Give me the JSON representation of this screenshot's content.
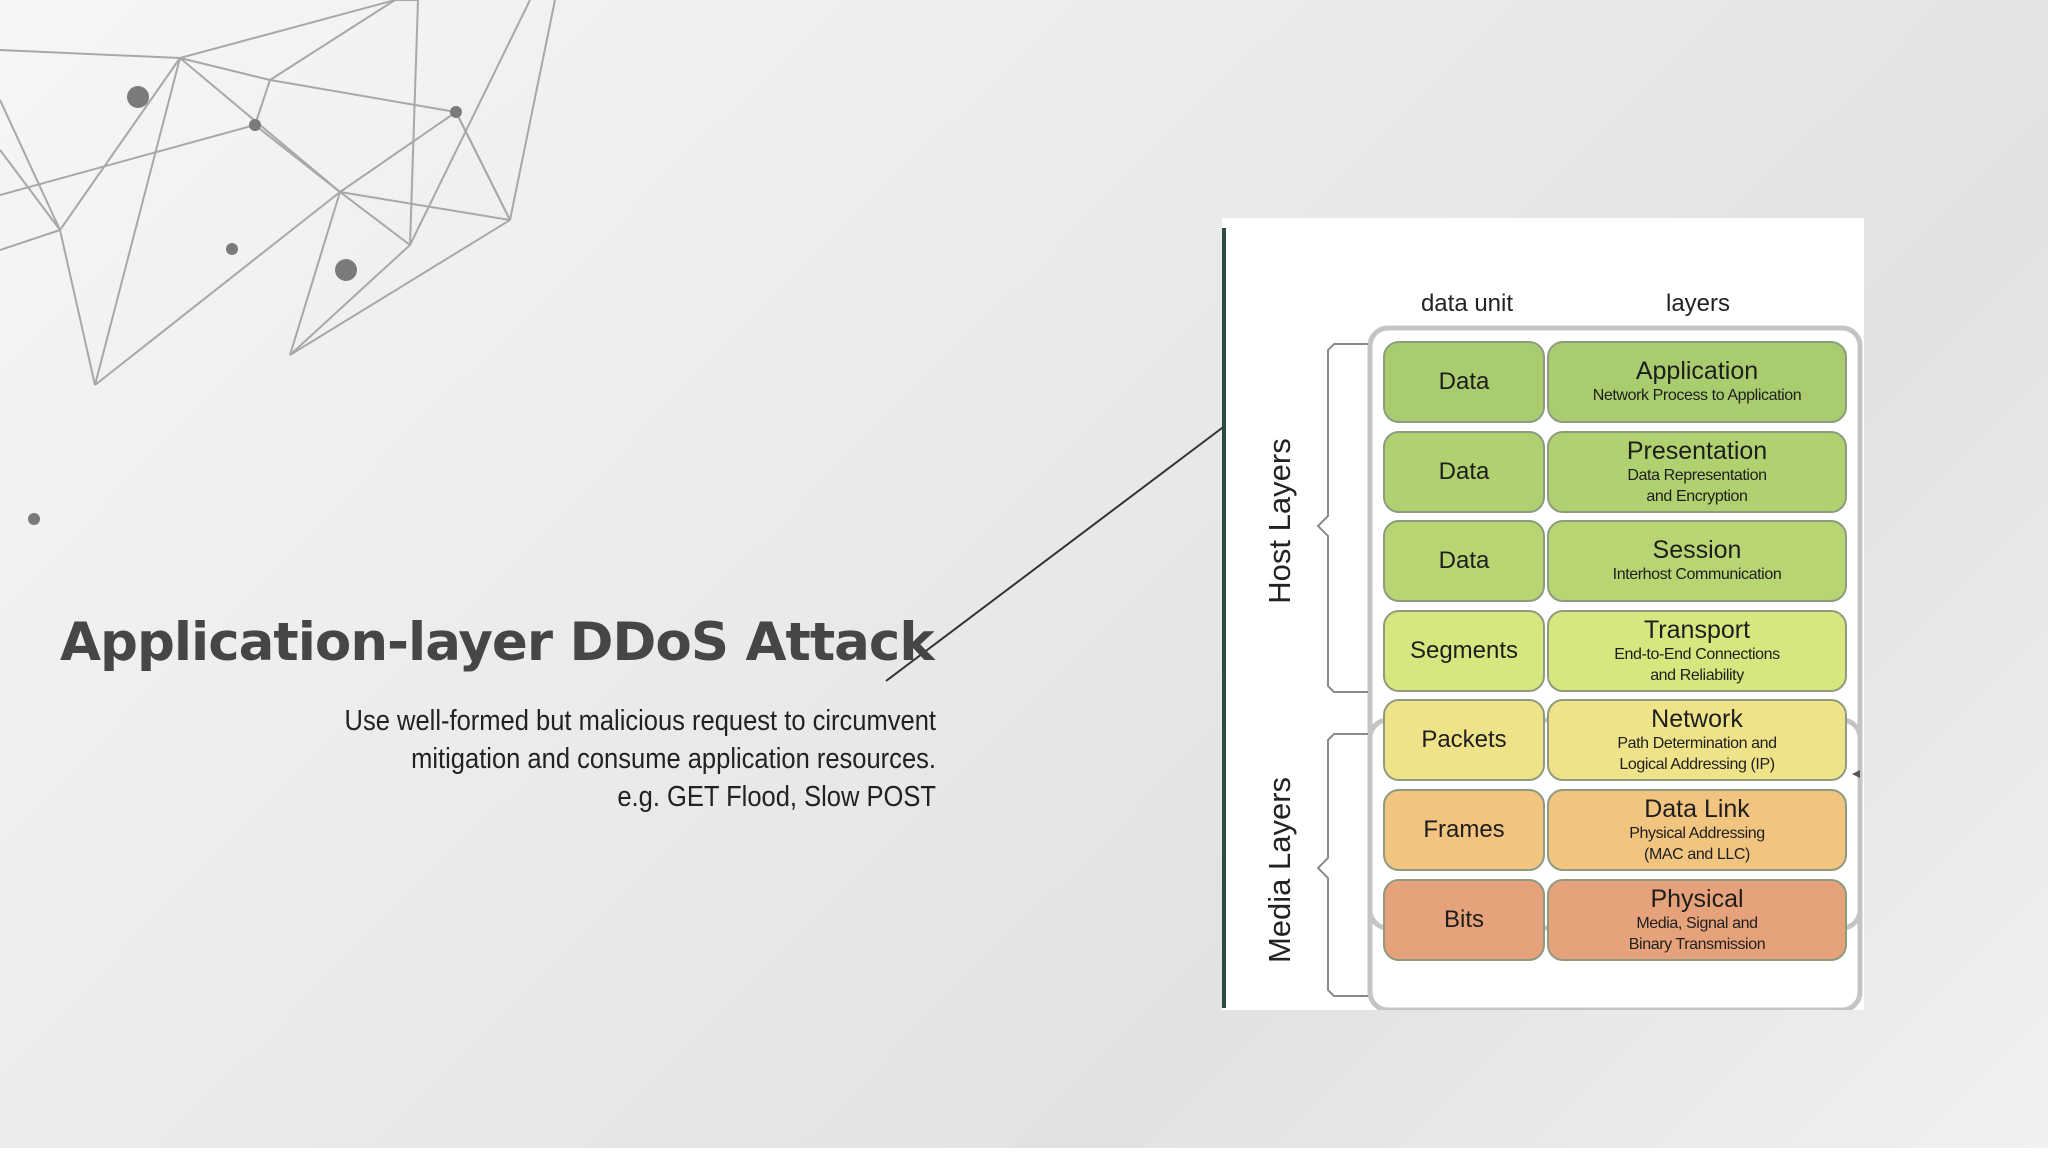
{
  "slide": {
    "title": "Application-layer DDoS Attack",
    "description_lines": [
      "Use well-formed but malicious request to circumvent",
      "mitigation and consume application resources.",
      "e.g. GET Flood, Slow POST"
    ]
  },
  "osi_diagram": {
    "column_headers": {
      "data_unit": "data unit",
      "layers": "layers"
    },
    "groups": {
      "host": "Host Layers",
      "media": "Media Layers"
    },
    "rows": [
      {
        "unit": "Data",
        "name": "Application",
        "desc1": "Network Process to Application",
        "desc2": "",
        "unit_color": "#a9cd6e",
        "layer_color": "#a9cd6e"
      },
      {
        "unit": "Data",
        "name": "Presentation",
        "desc1": "Data Representation",
        "desc2": "and Encryption",
        "unit_color": "#b0d16f",
        "layer_color": "#b0d16f"
      },
      {
        "unit": "Data",
        "name": "Session",
        "desc1": "Interhost Communication",
        "desc2": "",
        "unit_color": "#b7d572",
        "layer_color": "#b7d572"
      },
      {
        "unit": "Segments",
        "name": "Transport",
        "desc1": "End-to-End Connections",
        "desc2": "and Reliability",
        "unit_color": "#d7e67e",
        "layer_color": "#d7e67e"
      },
      {
        "unit": "Packets",
        "name": "Network",
        "desc1": "Path Determination and",
        "desc2": "Logical Addressing (IP)",
        "unit_color": "#efe38a",
        "layer_color": "#efe38a"
      },
      {
        "unit": "Frames",
        "name": "Data Link",
        "desc1": "Physical Addressing",
        "desc2": "(MAC and LLC)",
        "unit_color": "#f1c57f",
        "layer_color": "#f1c57f"
      },
      {
        "unit": "Bits",
        "name": "Physical",
        "desc1": "Media, Signal and",
        "desc2": "Binary Transmission",
        "unit_color": "#e6a27b",
        "layer_color": "#e6a27b"
      }
    ]
  }
}
